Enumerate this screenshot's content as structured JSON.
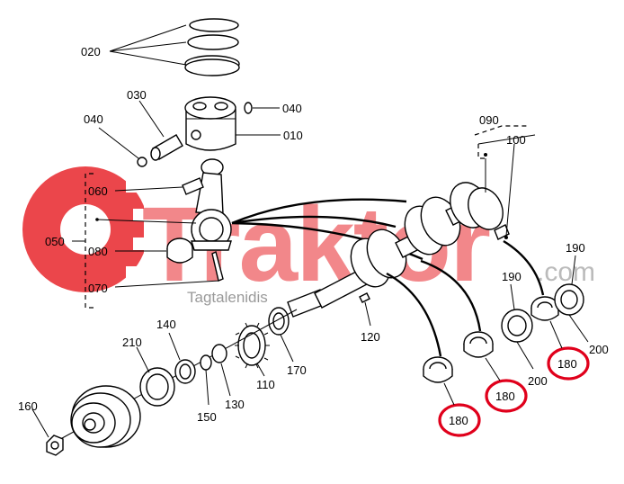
{
  "watermark": {
    "brand": "Traktor",
    "suffix": ".com",
    "tagline": "Tagtalenidis",
    "brand_color": "#e8262c"
  },
  "labels": {
    "p010": "010",
    "p020": "020",
    "p030": "030",
    "p040a": "040",
    "p040b": "040",
    "p050": "050",
    "p060": "060",
    "p070": "070",
    "p080": "080",
    "p090": "090",
    "p100": "100",
    "p110": "110",
    "p120": "120",
    "p130": "130",
    "p140": "140",
    "p150": "150",
    "p160": "160",
    "p170": "170",
    "p180a": "180",
    "p180b": "180",
    "p180c": "180",
    "p190a": "190",
    "p190b": "190",
    "p200a": "200",
    "p200b": "200",
    "p210": "210"
  },
  "highlight_color": "#e0001b"
}
